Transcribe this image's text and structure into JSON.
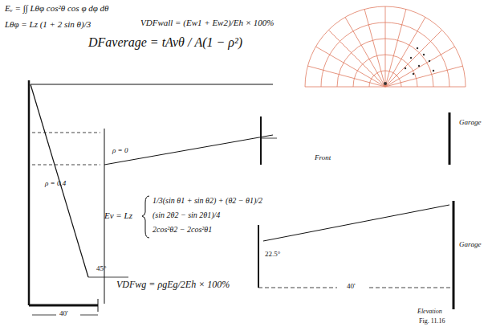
{
  "diagram": {
    "labels": [
      "Eᵥ = ∫∫ Lθφ cos²θ cos φ dφ dθ",
      "Lθφ = Lz (1 + 2 sin θ)/3",
      "VDFwall = (Ew1 + Ew2)/Eh × 100%",
      "DFaverage = tAvθ / A(1 − ρ²)",
      "Ev = Lz",
      "1/3(sin θ1 + sin θ2) + (θ2 − θ1)/2",
      "(sin 2θ2 − sin 2θ1)/4",
      "2cos²θ2 − 2cos²θ1",
      "VDFwg = ρgEg/2Eh × 100%",
      "Front",
      "Garage",
      "Garage",
      "Elevation",
      "Fig. 11.16",
      "ρ = 0.4",
      "ρ = 0",
      "45°",
      "40'",
      "22.5°",
      "40'"
    ]
  }
}
